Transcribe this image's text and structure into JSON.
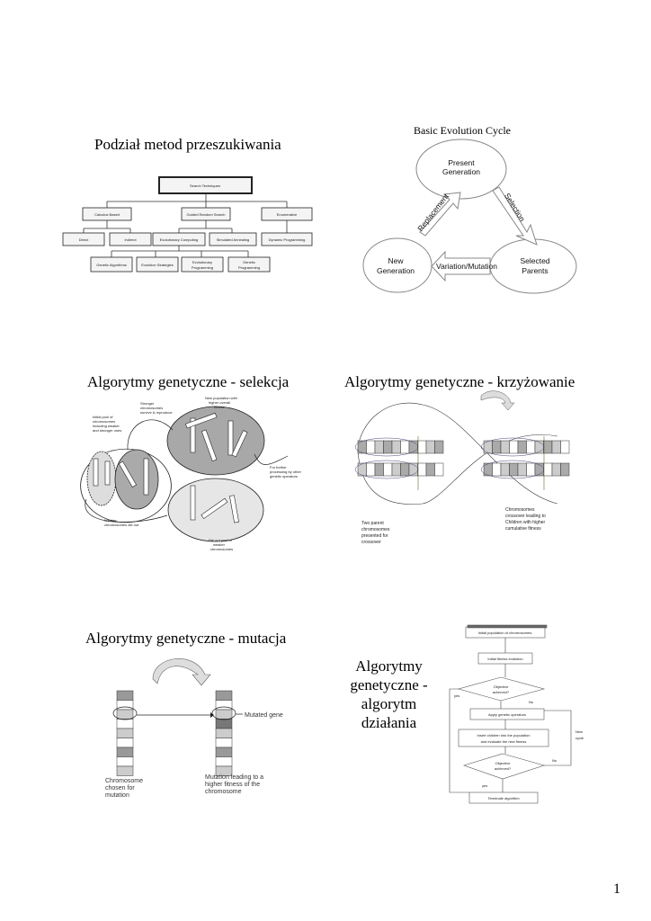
{
  "slides": [
    {
      "title": "Podział metod przeszukiwania",
      "tree": {
        "root": "Search Techniques",
        "level1": [
          "Calculus Based",
          "Guided Random Search",
          "Enumerative"
        ],
        "level2": [
          "Direct",
          "Indirect",
          "Evolutionary Computing",
          "Simulated Annealing",
          "Dynamic Programming"
        ],
        "level3": [
          "Genetic Algorithms",
          "Evolution Strategies",
          "Evolutionary",
          "Programming",
          "Genetic",
          "Programming"
        ]
      }
    },
    {
      "title": "Basic Evolution Cycle",
      "nodes": [
        "Present",
        "Generation",
        "Selected",
        "Parents",
        "New",
        "Generation"
      ],
      "arrows": [
        "Selection",
        "Variation/Mutation",
        "Replacement"
      ]
    },
    {
      "title": "Algorytmy genetyczne - selekcja",
      "labels": [
        "Initial pool of",
        "chromosomes",
        "including weaker",
        "and stronger ones",
        "Stronger",
        "chromosomes",
        "survive & reproduce",
        "New population with",
        "higher overall",
        "fitness",
        "For further",
        "processing by other",
        "genetic operators",
        "Weaker",
        "chromosomes die out",
        "Die out pool of",
        "weaker",
        "chromosomes"
      ]
    },
    {
      "title": "Algorytmy genetyczne - krzyżowanie",
      "labels": [
        "Two parent",
        "chromosomes",
        "presented for",
        "crossover",
        "Chromosomes",
        "crossover leading to",
        "Children with higher",
        "cumulative fitness"
      ]
    },
    {
      "title": "Algorytmy genetyczne - mutacja",
      "labels": [
        "Mutated gene",
        "Chromosome",
        "chosen for",
        "mutation",
        "Mutation leading to a",
        "higher fitness of the",
        "chromosome"
      ]
    },
    {
      "title_lines": [
        "Algorytmy",
        "genetyczne -",
        "algorytm",
        "działania"
      ],
      "flow": {
        "steps": [
          "Initial population of chromosomes.",
          "Initial fitness evalution",
          "Objective",
          "achieved?",
          "Apply genetic operators",
          "Insert children into the population",
          "and evaluate the new fitness",
          "Objective",
          "achieved?",
          "Terminate algorithm"
        ],
        "labels": [
          "yes",
          "No",
          "New",
          "cycle",
          "No",
          "yes"
        ]
      }
    }
  ],
  "page_number": "1"
}
